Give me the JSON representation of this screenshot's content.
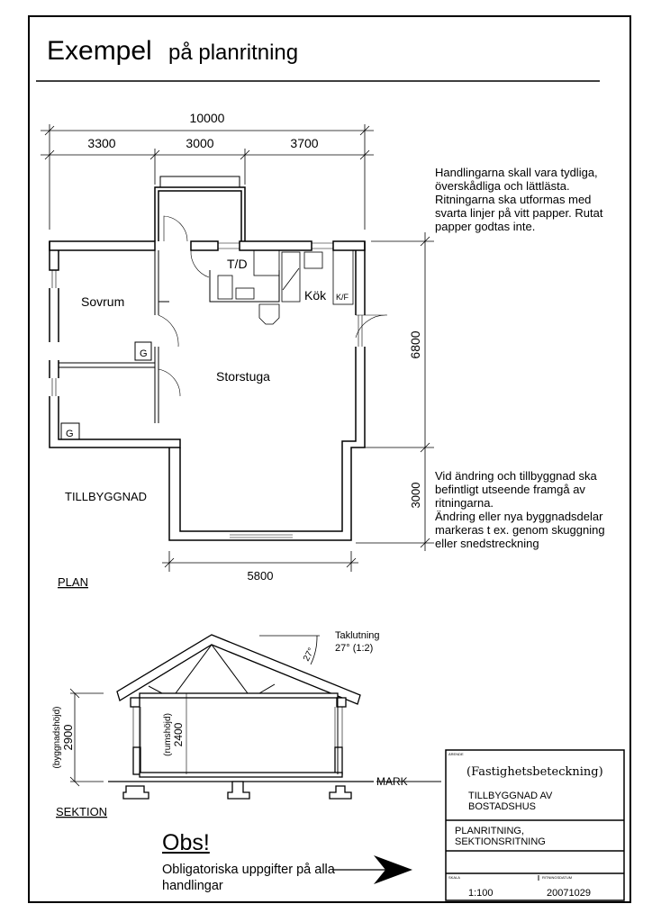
{
  "title": {
    "main": "Exempel",
    "rest": "på planritning"
  },
  "plan": {
    "dims": {
      "total": "10000",
      "seg1": "3300",
      "seg2": "3000",
      "seg3": "3700",
      "height_main": "6800",
      "height_ext": "3000",
      "ext_width": "5800"
    },
    "rooms": {
      "td": "T/D",
      "sovrum": "Sovrum",
      "kok": "Kök",
      "kf": "K/F",
      "storstuga": "Storstuga",
      "g1": "G",
      "g2": "G"
    },
    "extension_label": "TILLBYGGNAD",
    "label": "PLAN"
  },
  "section": {
    "roof_label": "Taklutning",
    "roof_value": "27° (1:2)",
    "angle": "27°",
    "building_height_label": "(byggnadshöjd)",
    "building_height": "2900",
    "room_height_label": "(rumshöjd)",
    "room_height": "2400",
    "ground": "MARK",
    "label": "SEKTION"
  },
  "notes": {
    "top": [
      "Handlingarna skall vara tydliga, överskådliga och lättlästa.",
      "Ritningarna ska utformas med svarta linjer på vitt papper. Rutat papper godtas inte."
    ],
    "bottom": [
      "Vid ändring och tillbyggnad ska befintligt utseende framgå av ritningarna.",
      "Ändring eller nya byggnadsdelar markeras t ex. genom skuggning eller snedstreckning"
    ]
  },
  "obs": {
    "heading": "Obs!",
    "text": "Obligatoriska uppgifter på alla handlingar"
  },
  "title_block": {
    "arende_label": "ÄRENDE",
    "property": "(Fastighetsbeteckning)",
    "project": [
      "TILLBYGGNAD AV",
      "BOSTADSHUS"
    ],
    "drawing": [
      "PLANRITNING,",
      "SEKTIONSRITNING"
    ],
    "scale_label": "SKALA",
    "scale": "1:100",
    "date_label": "RITNINGSDATUM",
    "date": "20071029"
  }
}
